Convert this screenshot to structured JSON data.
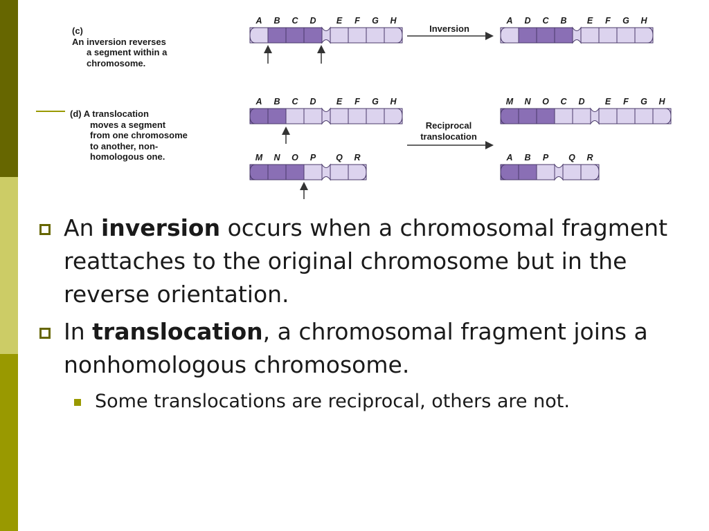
{
  "figure": {
    "caption_c": {
      "label": "(c)",
      "line1_pre": "An ",
      "line1_kw": "inversion",
      "line1_post": " reverses",
      "line2": "a segment within a",
      "line3": "chromosome."
    },
    "caption_d": {
      "label": "(d)",
      "line1_pre": "A ",
      "line1_kw": "translocation",
      "line2": "moves a segment",
      "line3": "from one chromosome",
      "line4": "to another, non-",
      "line5": "homologous one."
    },
    "inversion_arrow_label": "Inversion",
    "translocation_arrow_label_1": "Reciprocal",
    "translocation_arrow_label_2": "translocation",
    "chromosomes": {
      "inv_before": [
        "A",
        "B",
        "C",
        "D",
        "E",
        "F",
        "G",
        "H"
      ],
      "inv_after": [
        "A",
        "D",
        "C",
        "B",
        "E",
        "F",
        "G",
        "H"
      ],
      "trans_top_before": [
        "A",
        "B",
        "C",
        "D",
        "E",
        "F",
        "G",
        "H"
      ],
      "trans_bottom_before": [
        "M",
        "N",
        "O",
        "P",
        "Q",
        "R"
      ],
      "trans_top_after": [
        "M",
        "N",
        "O",
        "C",
        "D",
        "E",
        "F",
        "G",
        "H"
      ],
      "trans_bottom_after": [
        "A",
        "B",
        "P",
        "Q",
        "R"
      ]
    },
    "colors": {
      "dark_segment": "#8a6fb5",
      "light_segment": "#dcd3ee",
      "outline": "#4a3a6a"
    }
  },
  "bullets": [
    {
      "pre": "An ",
      "bold": "inversion",
      "post": " occurs when a chromosomal fragment reattaches to the original chromosome but in the reverse orientation."
    },
    {
      "pre": "In ",
      "bold": "translocation",
      "post": ", a chromosomal fragment joins a nonhomologous chromosome."
    }
  ],
  "sub_bullets": [
    "Some translocations are reciprocal, others are not."
  ],
  "theme": {
    "bar_dark": "#666600",
    "bar_light": "#cccc66",
    "bar_mid": "#999900"
  }
}
